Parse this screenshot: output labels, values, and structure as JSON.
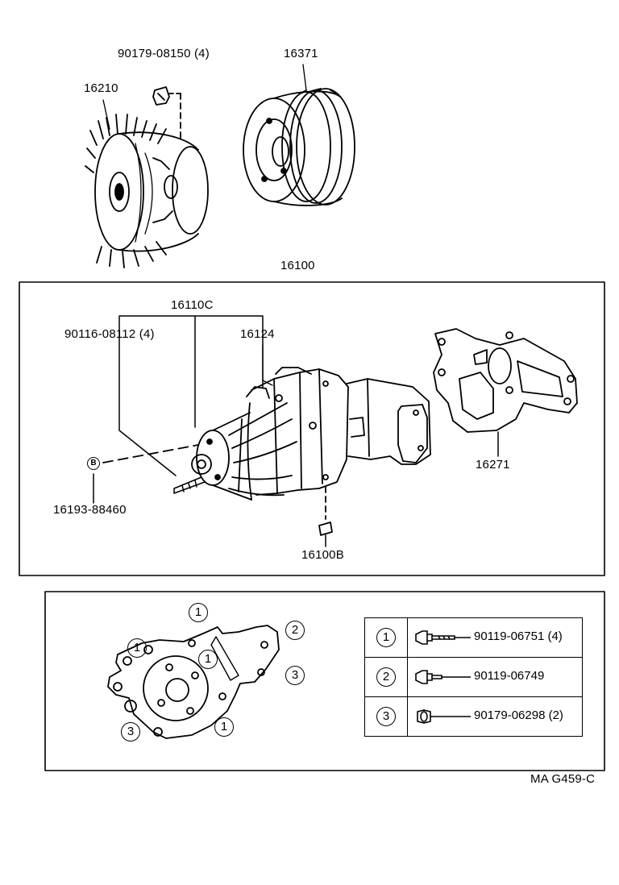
{
  "labels": {
    "bolt_top": "90179-08150 (4)",
    "pulley": "16371",
    "fan_clutch": "16210",
    "water_pump_assy": "16100",
    "pump_sub": "16110C",
    "stud_bolt": "90116-08112 (4)",
    "pump_body": "16124",
    "gasket": "16271",
    "callout_b": "B",
    "bearing_part": "16193-88460",
    "plug": "16100B"
  },
  "bolt_positions": [
    {
      "key": "1"
    },
    {
      "key": "1"
    },
    {
      "key": "2"
    },
    {
      "key": "1"
    },
    {
      "key": "3"
    },
    {
      "key": "3"
    },
    {
      "key": "1"
    }
  ],
  "legend": [
    {
      "key": "1",
      "part": "90119-06751 (4)"
    },
    {
      "key": "2",
      "part": "90119-06749"
    },
    {
      "key": "3",
      "part": "90179-06298 (2)"
    }
  ],
  "footer_code": "MA G459-C"
}
